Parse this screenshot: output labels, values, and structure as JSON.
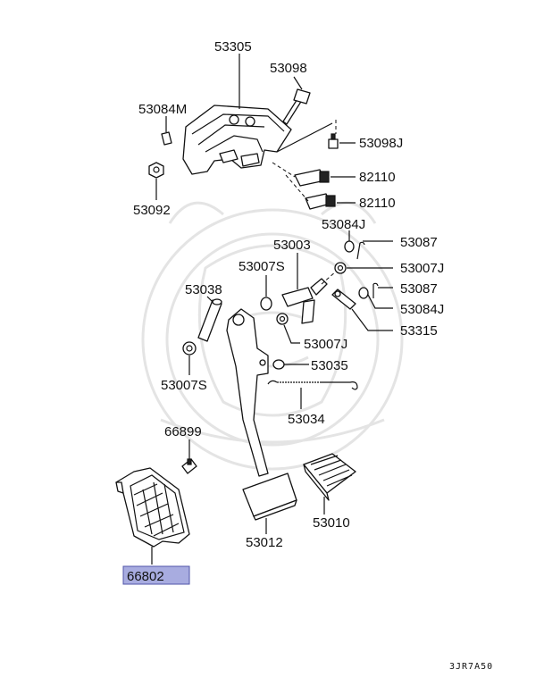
{
  "labels": {
    "p53305": "53305",
    "p53098": "53098",
    "p53084M": "53084M",
    "p53098J": "53098J",
    "p82110a": "82110",
    "p82110b": "82110",
    "p53092": "53092",
    "p53084J_top": "53084J",
    "p53003": "53003",
    "p53087_top": "53087",
    "p53007S_top": "53007S",
    "p53007J_top": "53007J",
    "p53038": "53038",
    "p53087_mid": "53087",
    "p53084J_mid": "53084J",
    "p53315": "53315",
    "p53007J_mid": "53007J",
    "p53035": "53035",
    "p53007S_low": "53007S",
    "p53034": "53034",
    "p66899": "66899",
    "p53010": "53010",
    "p53012": "53012",
    "p66802": "66802"
  },
  "highlight": {
    "part": "66802",
    "fill": "#a8ace0",
    "stroke": "#5055a8"
  },
  "diagram_code": "3JR7A50"
}
